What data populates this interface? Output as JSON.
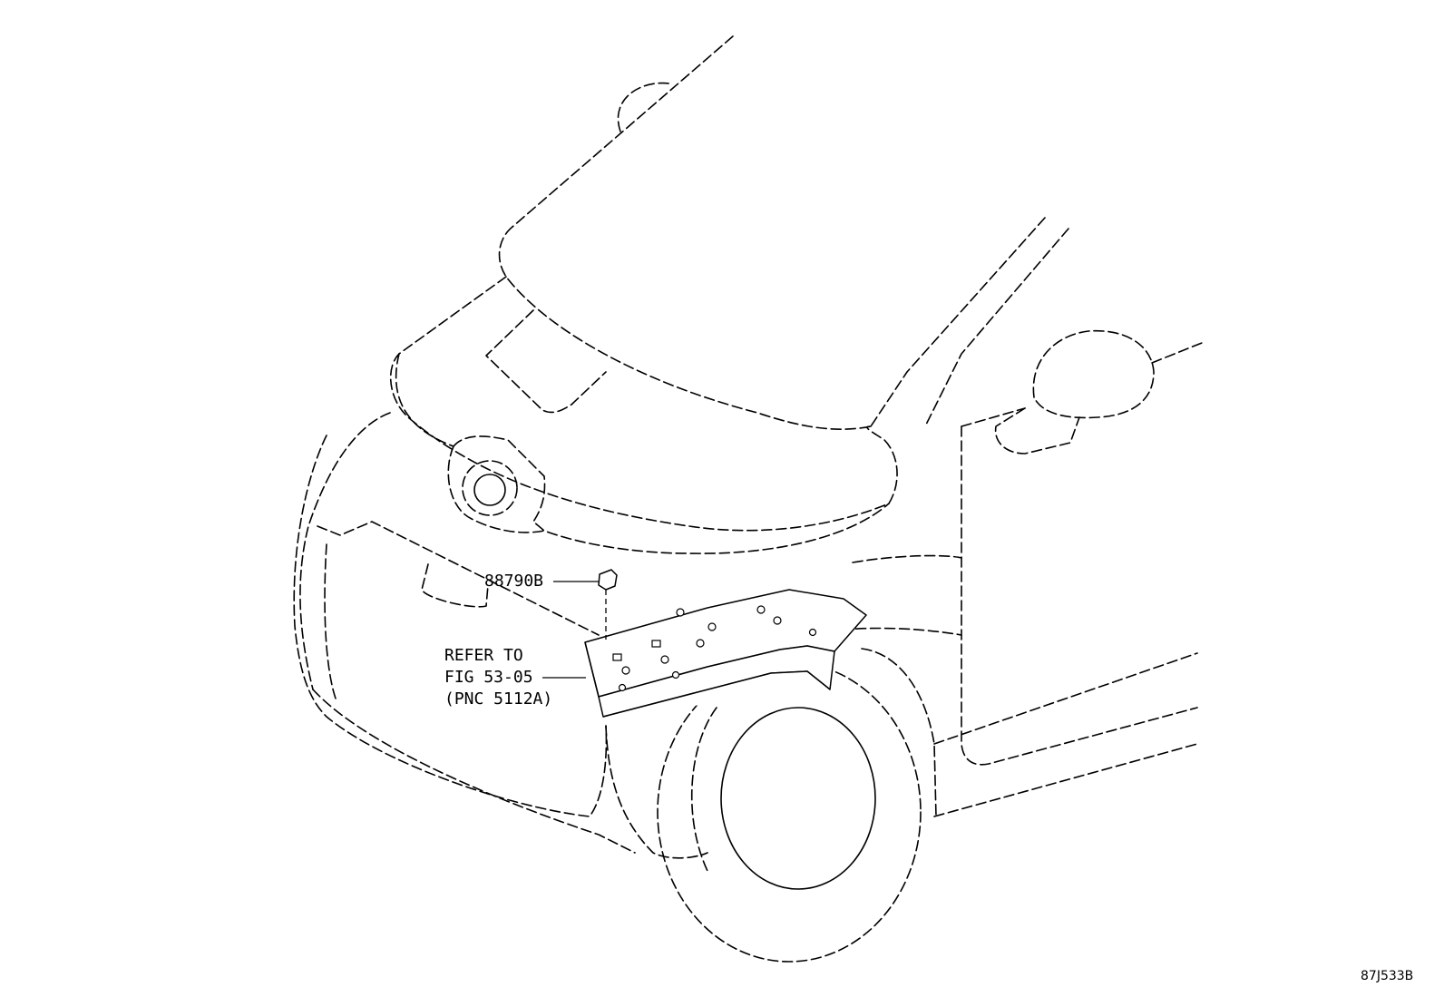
{
  "callouts": {
    "part_number": "88790B",
    "refer_line1": "REFER TO",
    "refer_line2": "FIG 53-05",
    "refer_line3": "(PNC 5112A)"
  },
  "figure_code": "87J533B"
}
